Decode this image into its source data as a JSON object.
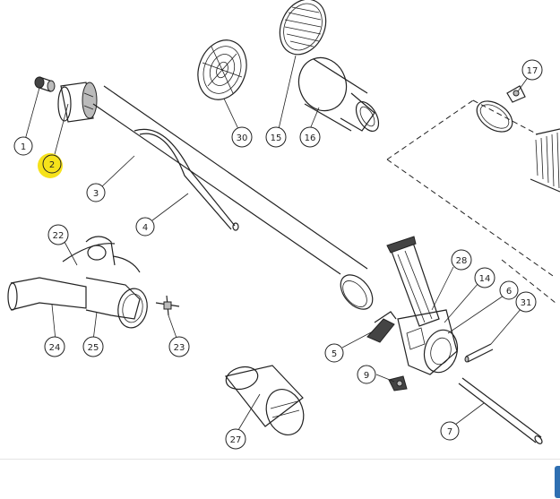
{
  "diagram": {
    "highlight_color": "#f6e21a",
    "callouts": [
      {
        "id": "c1",
        "label": "1"
      },
      {
        "id": "c2",
        "label": "2",
        "highlighted": true
      },
      {
        "id": "c3",
        "label": "3"
      },
      {
        "id": "c4",
        "label": "4"
      },
      {
        "id": "c5",
        "label": "5"
      },
      {
        "id": "c6",
        "label": "6"
      },
      {
        "id": "c7",
        "label": "7"
      },
      {
        "id": "c9",
        "label": "9"
      },
      {
        "id": "c14",
        "label": "14"
      },
      {
        "id": "c15",
        "label": "15"
      },
      {
        "id": "c16",
        "label": "16"
      },
      {
        "id": "c17",
        "label": "17"
      },
      {
        "id": "c22",
        "label": "22"
      },
      {
        "id": "c23",
        "label": "23"
      },
      {
        "id": "c24",
        "label": "24"
      },
      {
        "id": "c25",
        "label": "25"
      },
      {
        "id": "c27",
        "label": "27"
      },
      {
        "id": "c28",
        "label": "28"
      },
      {
        "id": "c30",
        "label": "30"
      },
      {
        "id": "c31",
        "label": "31"
      }
    ]
  }
}
